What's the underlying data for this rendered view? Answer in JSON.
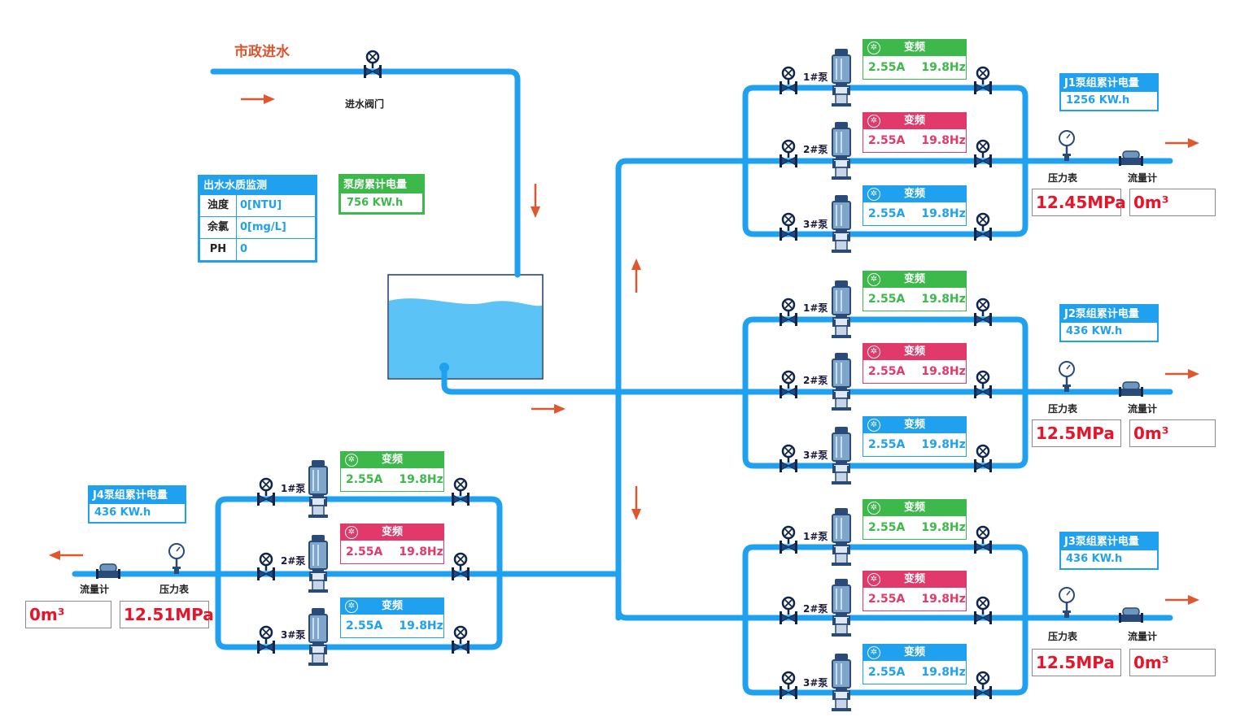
{
  "inlet": {
    "title": "市政进水",
    "valve_label": "进水阀门"
  },
  "water_quality": {
    "title": "出水水质监测",
    "rows": [
      {
        "key": "浊度",
        "value": "0[NTU]"
      },
      {
        "key": "余氯",
        "value": "0[mg/L]"
      },
      {
        "key": "PH",
        "value": "0"
      }
    ]
  },
  "station_energy": {
    "title": "泵房累计电量",
    "value": "756 KW.h"
  },
  "groups": [
    {
      "energy_title": "J1泵组累计电量",
      "energy_value": "1256 KW.h",
      "pressure_label": "压力表",
      "flow_label": "流量计",
      "pressure_value": "12.45MPa",
      "flow_value": "0m³",
      "pumps": [
        {
          "name": "1#泵",
          "status": "变频",
          "current": "2.55A",
          "freq": "19.8Hz",
          "color": "#3cb94a"
        },
        {
          "name": "2#泵",
          "status": "变频",
          "current": "2.55A",
          "freq": "19.8Hz",
          "color": "#e13a6a"
        },
        {
          "name": "3#泵",
          "status": "变频",
          "current": "2.55A",
          "freq": "19.8Hz",
          "color": "#1fa1ef"
        }
      ]
    },
    {
      "energy_title": "J2泵组累计电量",
      "energy_value": "436 KW.h",
      "pressure_label": "压力表",
      "flow_label": "流量计",
      "pressure_value": "12.5MPa",
      "flow_value": "0m³",
      "pumps": [
        {
          "name": "1#泵",
          "status": "变频",
          "current": "2.55A",
          "freq": "19.8Hz",
          "color": "#3cb94a"
        },
        {
          "name": "2#泵",
          "status": "变频",
          "current": "2.55A",
          "freq": "19.8Hz",
          "color": "#e13a6a"
        },
        {
          "name": "3#泵",
          "status": "变频",
          "current": "2.55A",
          "freq": "19.8Hz",
          "color": "#1fa1ef"
        }
      ]
    },
    {
      "energy_title": "J3泵组累计电量",
      "energy_value": "436 KW.h",
      "pressure_label": "压力表",
      "flow_label": "流量计",
      "pressure_value": "12.5MPa",
      "flow_value": "0m³",
      "pumps": [
        {
          "name": "1#泵",
          "status": "变频",
          "current": "2.55A",
          "freq": "19.8Hz",
          "color": "#3cb94a"
        },
        {
          "name": "2#泵",
          "status": "变频",
          "current": "2.55A",
          "freq": "19.8Hz",
          "color": "#e13a6a"
        },
        {
          "name": "3#泵",
          "status": "变频",
          "current": "2.55A",
          "freq": "19.8Hz",
          "color": "#1fa1ef"
        }
      ]
    },
    {
      "energy_title": "J4泵组累计电量",
      "energy_value": "436 KW.h",
      "pressure_label": "压力表",
      "flow_label": "流量计",
      "pressure_value": "12.51MPa",
      "flow_value": "0m³",
      "pumps": [
        {
          "name": "1#泵",
          "status": "变频",
          "current": "2.55A",
          "freq": "19.8Hz",
          "color": "#3cb94a"
        },
        {
          "name": "2#泵",
          "status": "变频",
          "current": "2.55A",
          "freq": "19.8Hz",
          "color": "#e13a6a"
        },
        {
          "name": "3#泵",
          "status": "变频",
          "current": "2.55A",
          "freq": "19.8Hz",
          "color": "#1fa1ef"
        }
      ]
    }
  ],
  "colors": {
    "pipe": "#1fa1ef",
    "arrow": "#e0562e",
    "tank_water": "#5cc3f7",
    "accent_green": "#3cb94a",
    "accent_red": "#e13a6a",
    "value_red": "#e8152a"
  },
  "icons": {
    "valve": "valve-icon",
    "pump": "pump-icon",
    "gauge": "pressure-gauge-icon",
    "flowmeter": "flowmeter-icon",
    "status": "fan-icon",
    "arrow": "flow-arrow-icon"
  }
}
